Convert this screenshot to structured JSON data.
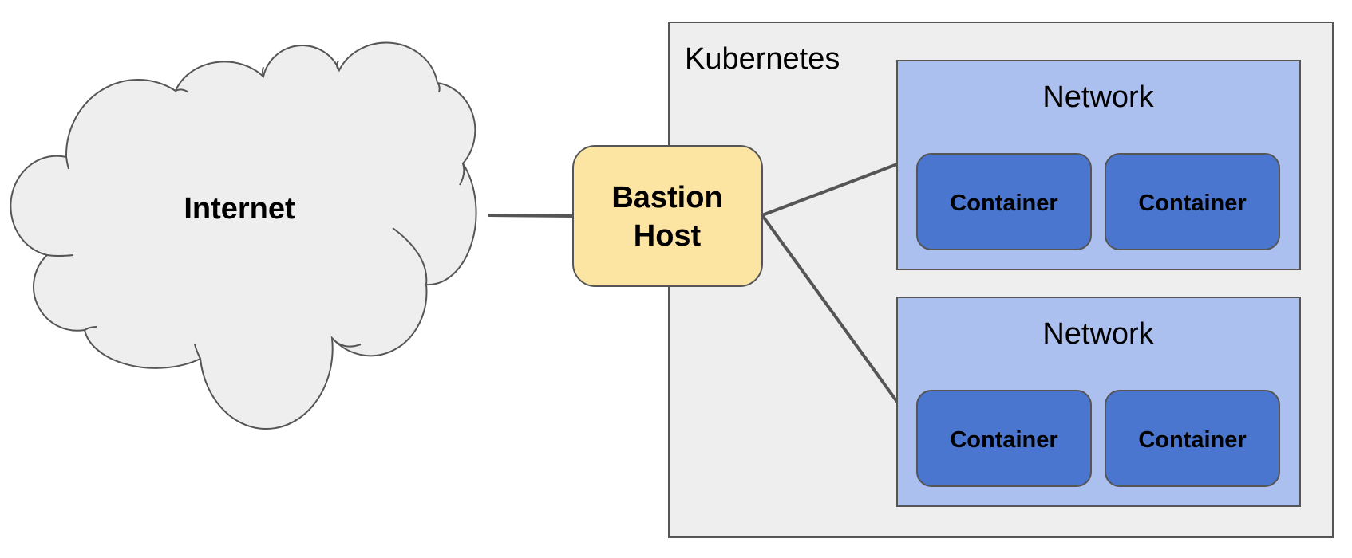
{
  "nodes": {
    "internet": {
      "label": "Internet"
    },
    "bastion": {
      "line1": "Bastion",
      "line2": "Host"
    },
    "kubernetes": {
      "label": "Kubernetes"
    },
    "networks": [
      {
        "label": "Network",
        "containers": [
          "Container",
          "Container"
        ]
      },
      {
        "label": "Network",
        "containers": [
          "Container",
          "Container"
        ]
      }
    ]
  },
  "colors": {
    "cloud_fill": "#eeeeee",
    "kubernetes_fill": "#eeeeee",
    "bastion_fill": "#fce5a3",
    "network_fill": "#abc0ef",
    "container_fill": "#4a76d0",
    "stroke": "#555555"
  }
}
